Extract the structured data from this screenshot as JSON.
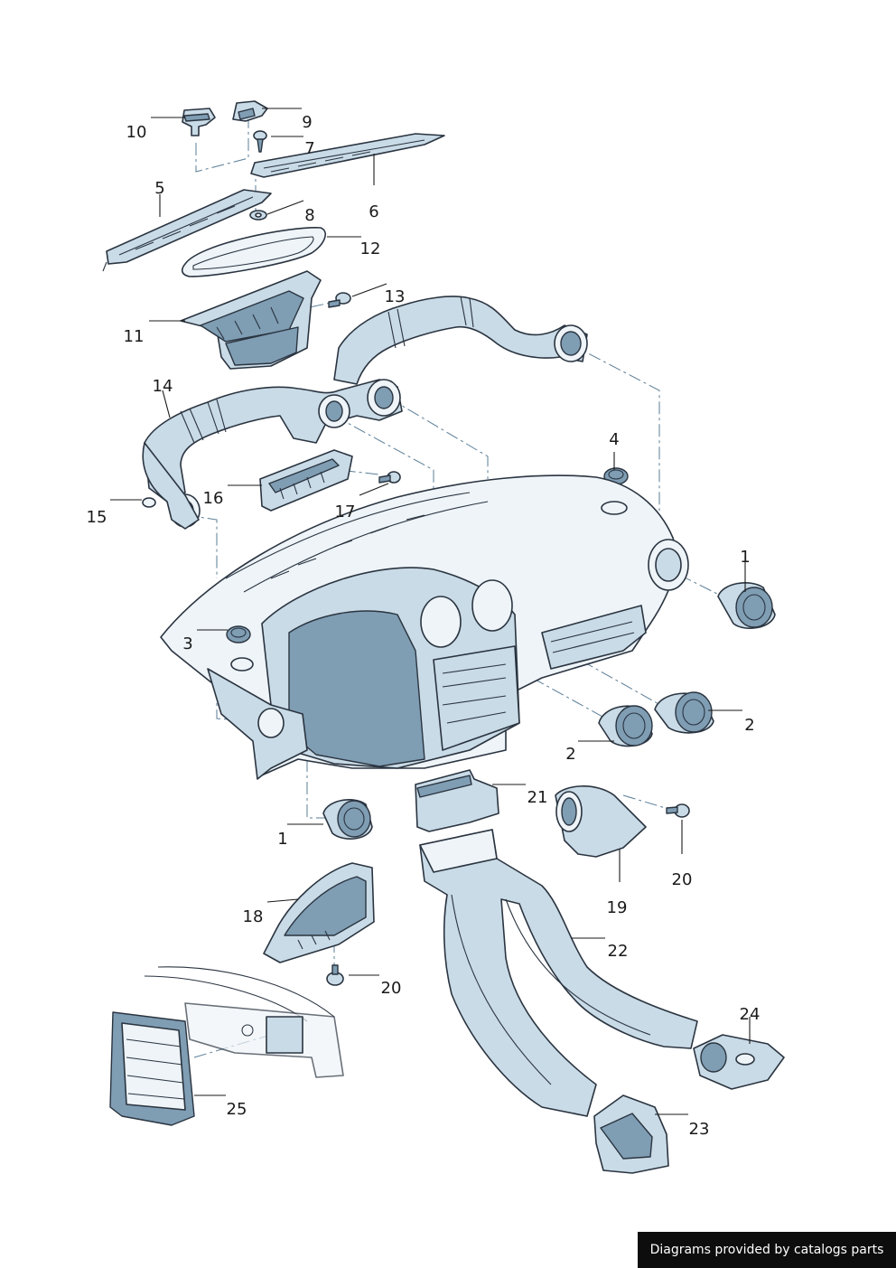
{
  "callouts": [
    {
      "id": "1-right",
      "label": "1"
    },
    {
      "id": "1-lower",
      "label": "1"
    },
    {
      "id": "2-right",
      "label": "2"
    },
    {
      "id": "2-left",
      "label": "2"
    },
    {
      "id": "3",
      "label": "3"
    },
    {
      "id": "4",
      "label": "4"
    },
    {
      "id": "5",
      "label": "5"
    },
    {
      "id": "6",
      "label": "6"
    },
    {
      "id": "7",
      "label": "7"
    },
    {
      "id": "8",
      "label": "8"
    },
    {
      "id": "9",
      "label": "9"
    },
    {
      "id": "10",
      "label": "10"
    },
    {
      "id": "11",
      "label": "11"
    },
    {
      "id": "12",
      "label": "12"
    },
    {
      "id": "13",
      "label": "13"
    },
    {
      "id": "14",
      "label": "14"
    },
    {
      "id": "15",
      "label": "15"
    },
    {
      "id": "16",
      "label": "16"
    },
    {
      "id": "17",
      "label": "17"
    },
    {
      "id": "18",
      "label": "18"
    },
    {
      "id": "19",
      "label": "19"
    },
    {
      "id": "20-upper",
      "label": "20"
    },
    {
      "id": "20-lower",
      "label": "20"
    },
    {
      "id": "21",
      "label": "21"
    },
    {
      "id": "22",
      "label": "22"
    },
    {
      "id": "23",
      "label": "23"
    },
    {
      "id": "24",
      "label": "24"
    },
    {
      "id": "25",
      "label": "25"
    }
  ],
  "credit": "Diagrams provided by catalogs parts",
  "colors": {
    "part_fill": "#c9dbe6",
    "part_shadow": "#7f9db3",
    "outline": "#2a3440",
    "dash_line": "#5a7d96"
  }
}
